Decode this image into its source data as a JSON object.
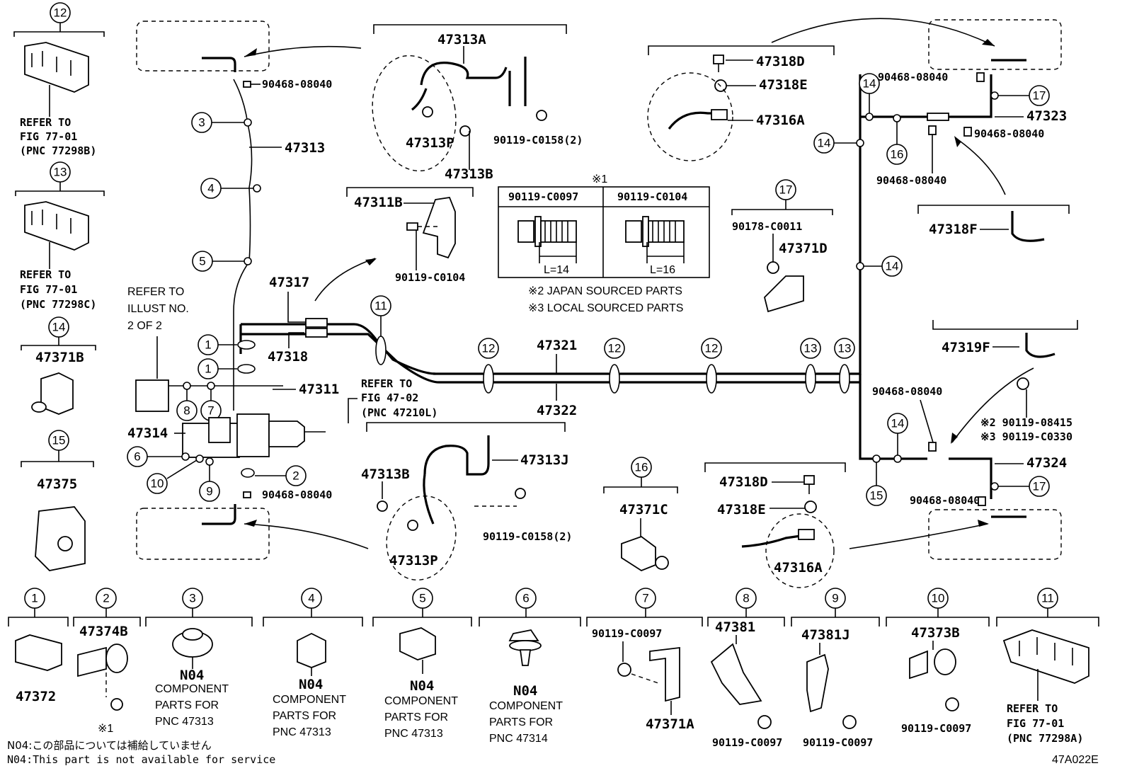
{
  "diagram_code": "47A022E",
  "main_parts": {
    "p47313A": "47313A",
    "p47313": "47313",
    "p47313P_top": "47313P",
    "p47313B_top": "47313B",
    "p90119_C0158_top": "90119-C0158(2)",
    "p47311B": "47311B",
    "p90119_C0104_b": "90119-C0104",
    "p47317": "47317",
    "p47318": "47318",
    "p47311": "47311",
    "p47314": "47314",
    "p47321": "47321",
    "p47322": "47322",
    "p47313B_bot": "47313B",
    "p47313J": "47313J",
    "p90119_C0158_bot": "90119-C0158(2)",
    "p47313P_bot": "47313P",
    "p47318D_top": "47318D",
    "p47318E_top": "47318E",
    "p47316A_top": "47316A",
    "p90178": "90178-C0011",
    "p47371D": "47371D",
    "p47323": "47323",
    "p47318F": "47318F",
    "p47319F": "47319F",
    "p90119_08415": "※2 90119-08415",
    "p90119_C0330": "※3 90119-C0330",
    "p47324": "47324",
    "p47318D_bot": "47318D",
    "p47318E_bot": "47318E",
    "p47316A_bot": "47316A",
    "p47371C": "47371C",
    "clip_top_left": "90468-08040",
    "clip_bot_left": "90468-08040",
    "clip_r1": "90468-08040",
    "clip_r2": "90468-08040",
    "clip_r3": "90468-08040",
    "clip_r4": "90468-08040",
    "clip_r5": "90468-08040"
  },
  "bolt_table": {
    "marker": "※1",
    "col1": "90119-C0097",
    "col2": "90119-C0104",
    "len1": "L=14",
    "len2": "L=16"
  },
  "notes": {
    "japan": "※2 JAPAN SOURCED PARTS",
    "local": "※3 LOCAL SOURCED PARTS",
    "refer_illust_1": "REFER TO",
    "refer_illust_2": "ILLUST NO.",
    "refer_illust_3": "2 OF 2",
    "refer_fig_1": "REFER TO",
    "refer_fig_2": "FIG 47-02",
    "refer_fig_3": "(PNC 47210L)",
    "footer_jp": "N04:この部品については補給していません",
    "footer_en": "N04:This part is not available for service"
  },
  "left_column": {
    "c12_num": "12",
    "c12_ref1": "REFER TO",
    "c12_ref2": "FIG 77-01",
    "c12_ref3": "(PNC 77298B)",
    "c13_num": "13",
    "c13_ref1": "REFER TO",
    "c13_ref2": "FIG 77-01",
    "c13_ref3": "(PNC 77298C)",
    "c14_num": "14",
    "c14_part": "47371B",
    "c15_num": "15",
    "c15_part": "47375"
  },
  "other_callouts": {
    "c16_num": "16",
    "c17_num": "17"
  },
  "bottom_row": [
    {
      "num": "1",
      "part": "47372"
    },
    {
      "num": "2",
      "part": "47374B",
      "extra": "※1"
    },
    {
      "num": "3",
      "code": "N04",
      "l1": "COMPONENT",
      "l2": "PARTS FOR",
      "l3": "PNC 47313"
    },
    {
      "num": "4",
      "code": "N04",
      "l1": "COMPONENT",
      "l2": "PARTS FOR",
      "l3": "PNC 47313"
    },
    {
      "num": "5",
      "code": "N04",
      "l1": "COMPONENT",
      "l2": "PARTS FOR",
      "l3": "PNC 47313"
    },
    {
      "num": "6",
      "code": "N04",
      "l1": "COMPONENT",
      "l2": "PARTS FOR",
      "l3": "PNC 47314"
    },
    {
      "num": "7",
      "part": "47371A",
      "bolt": "90119-C0097"
    },
    {
      "num": "8",
      "part": "47381",
      "bolt": "90119-C0097"
    },
    {
      "num": "9",
      "part": "47381J",
      "bolt": "90119-C0097"
    },
    {
      "num": "10",
      "part": "47373B",
      "bolt": "90119-C0097"
    },
    {
      "num": "11",
      "r1": "REFER TO",
      "r2": "FIG 77-01",
      "r3": "(PNC 77298A)"
    }
  ],
  "callout_labels": {
    "n1": "1",
    "n2": "2",
    "n3": "3",
    "n4": "4",
    "n5": "5",
    "n6": "6",
    "n7": "7",
    "n8": "8",
    "n9": "9",
    "n10": "10",
    "n11": "11",
    "n12": "12",
    "n13": "13",
    "n14": "14",
    "n15": "15",
    "n16": "16",
    "n17": "17"
  }
}
